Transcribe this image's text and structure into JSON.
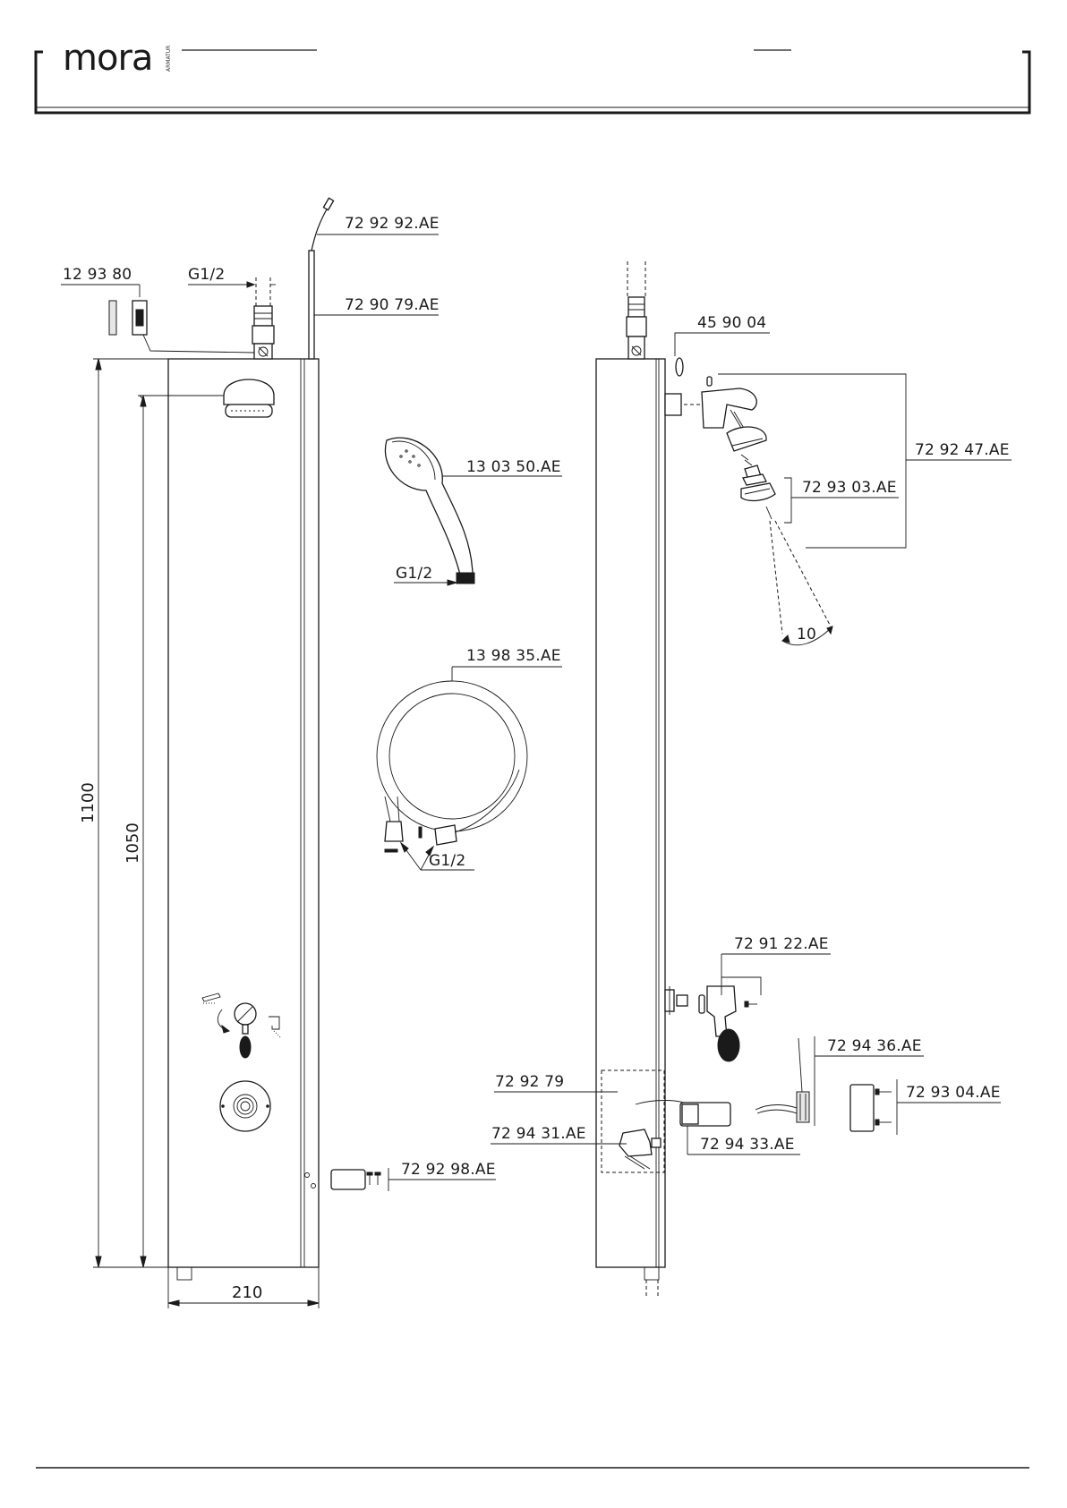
{
  "header": {
    "brand": "mora",
    "brand_sub": "ARMATUR"
  },
  "left_labels": {
    "cable": "72 92 92.AE",
    "pipe": "72 90 79.AE",
    "valve_kit": "12 93 80",
    "thread_top": "G1/2",
    "mixer_group": "72 92 79",
    "cover_screws": "72 92 98.AE"
  },
  "middle_labels": {
    "hand_shower": "13 03 50.AE",
    "hand_thread": "G1/2",
    "hose": "13 98 35.AE",
    "hose_thread": "G1/2"
  },
  "right_labels": {
    "seal": "45 90 04",
    "head_shower": "72 92 47.AE",
    "nozzle": "72 93 03.AE",
    "angle": "10",
    "handle": "72 91 22.AE",
    "cartridge": "72 94 36.AE",
    "cover_plate": "72 93 04.AE",
    "valve_body": "72 94 31.AE",
    "solenoid": "72 94 33.AE"
  },
  "dimensions": {
    "height_total": "1100",
    "height_outlet": "1050",
    "width": "210"
  }
}
